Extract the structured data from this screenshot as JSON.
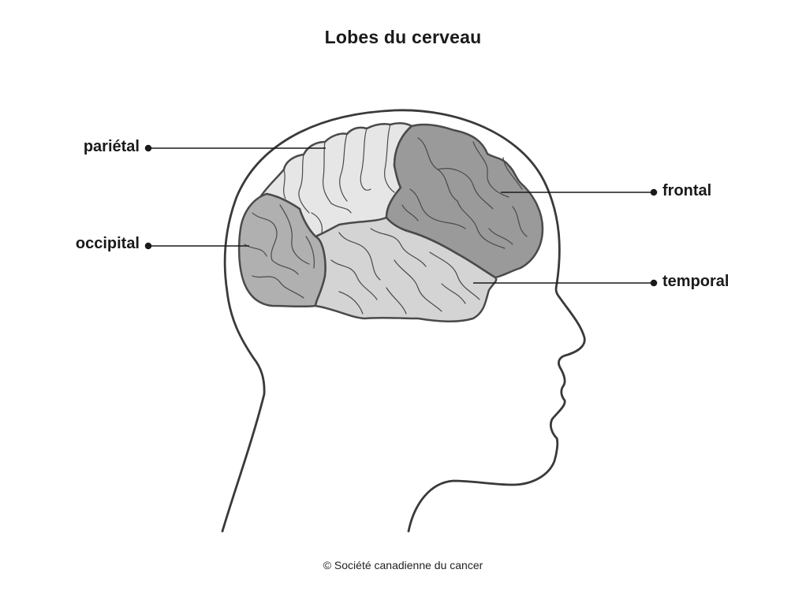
{
  "title": "Lobes du cerveau",
  "labels": {
    "parietal": "pariétal",
    "occipital": "occipital",
    "frontal": "frontal",
    "temporal": "temporal"
  },
  "copyright": "© Société canadienne du cancer",
  "colors": {
    "outline": "#3a3a3a",
    "parietal_fill": "#e6e6e6",
    "frontal_fill": "#9a9a9a",
    "occipital_fill": "#b0b0b0",
    "temporal_fill": "#d4d4d4",
    "background": "#ffffff"
  }
}
